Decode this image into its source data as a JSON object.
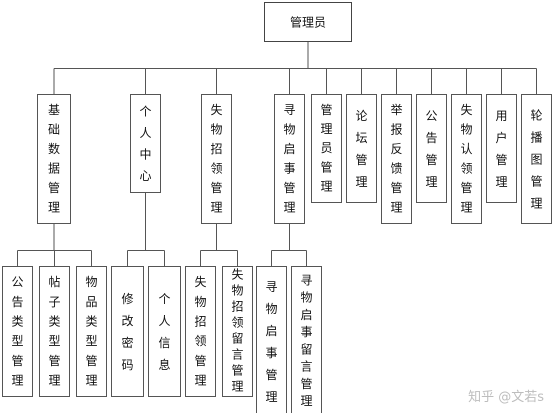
{
  "root": "管理员",
  "modules": [
    {
      "label": "基础数据管理",
      "children": [
        "公告类型管理",
        "帖子类型管理",
        "物品类型管理"
      ]
    },
    {
      "label": "个人中心",
      "children": [
        "修改密码",
        "个人信息"
      ]
    },
    {
      "label": "失物招领管理",
      "children": [
        "失物招领管理",
        "失物招领留言管理"
      ]
    },
    {
      "label": "寻物启事管理",
      "children": [
        "寻物启事管理",
        "寻物启事留言管理"
      ]
    },
    {
      "label": "管理员管理",
      "children": []
    },
    {
      "label": "论坛管理",
      "children": []
    },
    {
      "label": "举报反馈管理",
      "children": []
    },
    {
      "label": "公告管理",
      "children": []
    },
    {
      "label": "失物认领管理",
      "children": []
    },
    {
      "label": "用户管理",
      "children": []
    },
    {
      "label": "轮播图管理",
      "children": []
    }
  ],
  "watermark": "知乎 @文若s"
}
